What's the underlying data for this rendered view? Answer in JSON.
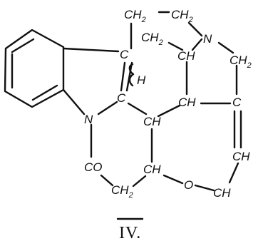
{
  "atoms": {
    "ch2_top_left": "CH",
    "ch2_top_right": "CH",
    "ch2_top_mid": "CH",
    "ch2_right": "CH",
    "n_top": "N",
    "c_upper": "C",
    "h_label": "H",
    "c_lower": "C",
    "ch_upper": "CH",
    "ch_mid_right": "CH",
    "c_right": "C",
    "n_left": "N",
    "ch_center": "CH",
    "ch_right_lower": "CH",
    "co": "CO",
    "ch_lower": "CH",
    "o": "O",
    "ch_bottom_right": "CH",
    "ch2_bottom": "CH"
  },
  "subscripts": {
    "two": "2"
  },
  "caption": "IV."
}
